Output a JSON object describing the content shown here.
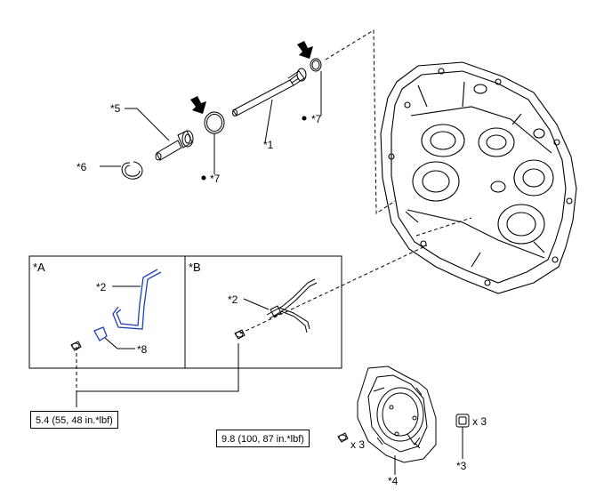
{
  "colors": {
    "line": "#000000",
    "highlight": "#1f3fbf",
    "bg": "#ffffff"
  },
  "callouts": {
    "c1": "*1",
    "c2a": "*2",
    "c2b": "*2",
    "c3": "*3",
    "c4": "*4",
    "c5": "*5",
    "c6": "*6",
    "c7a": "*7",
    "c7b": "*7",
    "c8": "*8"
  },
  "panels": {
    "a": "*A",
    "b": "*B"
  },
  "torque_specs": {
    "left": "5.4 (55, 48 in.*lbf)",
    "right": "9.8 (100, 87 in.*lbf)"
  },
  "quantities": {
    "bolts": "x 3",
    "caps": "x 3"
  },
  "icons": [
    "arrow-down-right-icon",
    "dot-icon"
  ]
}
